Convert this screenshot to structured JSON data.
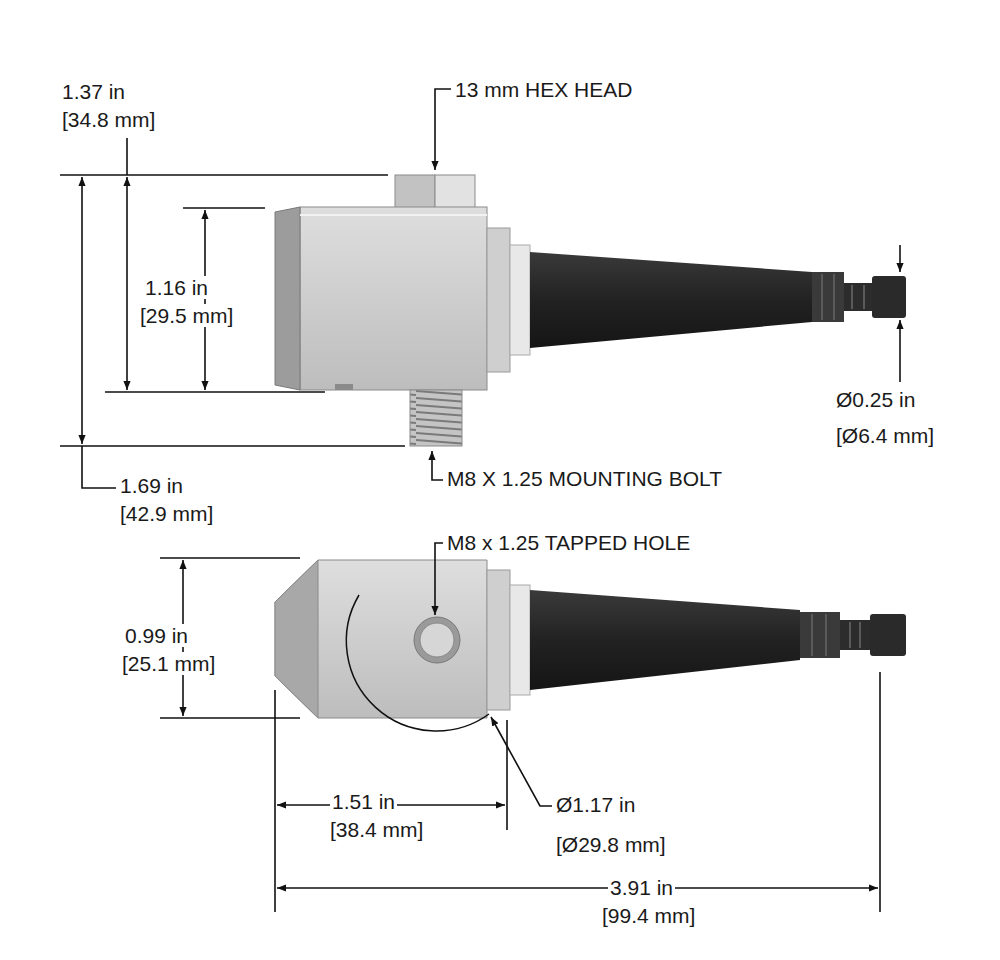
{
  "diagram": {
    "labels": [
      "1.37 in",
      "[34.8 mm]",
      "13 mm HEX HEAD",
      "1.16 in",
      "[29.5 mm]",
      "Ø0.25 in",
      "[Ø6.4 mm]",
      "1.69 in",
      "[42.9 mm]",
      "M8 X 1.25 MOUNTING BOLT",
      "M8 x 1.25 TAPPED HOLE",
      "0.99 in",
      "[25.1 mm]",
      "1.51 in",
      "[38.4 mm]",
      "Ø1.17 in",
      "[Ø29.8 mm]",
      "3.91 in",
      "[99.4 mm]"
    ]
  }
}
